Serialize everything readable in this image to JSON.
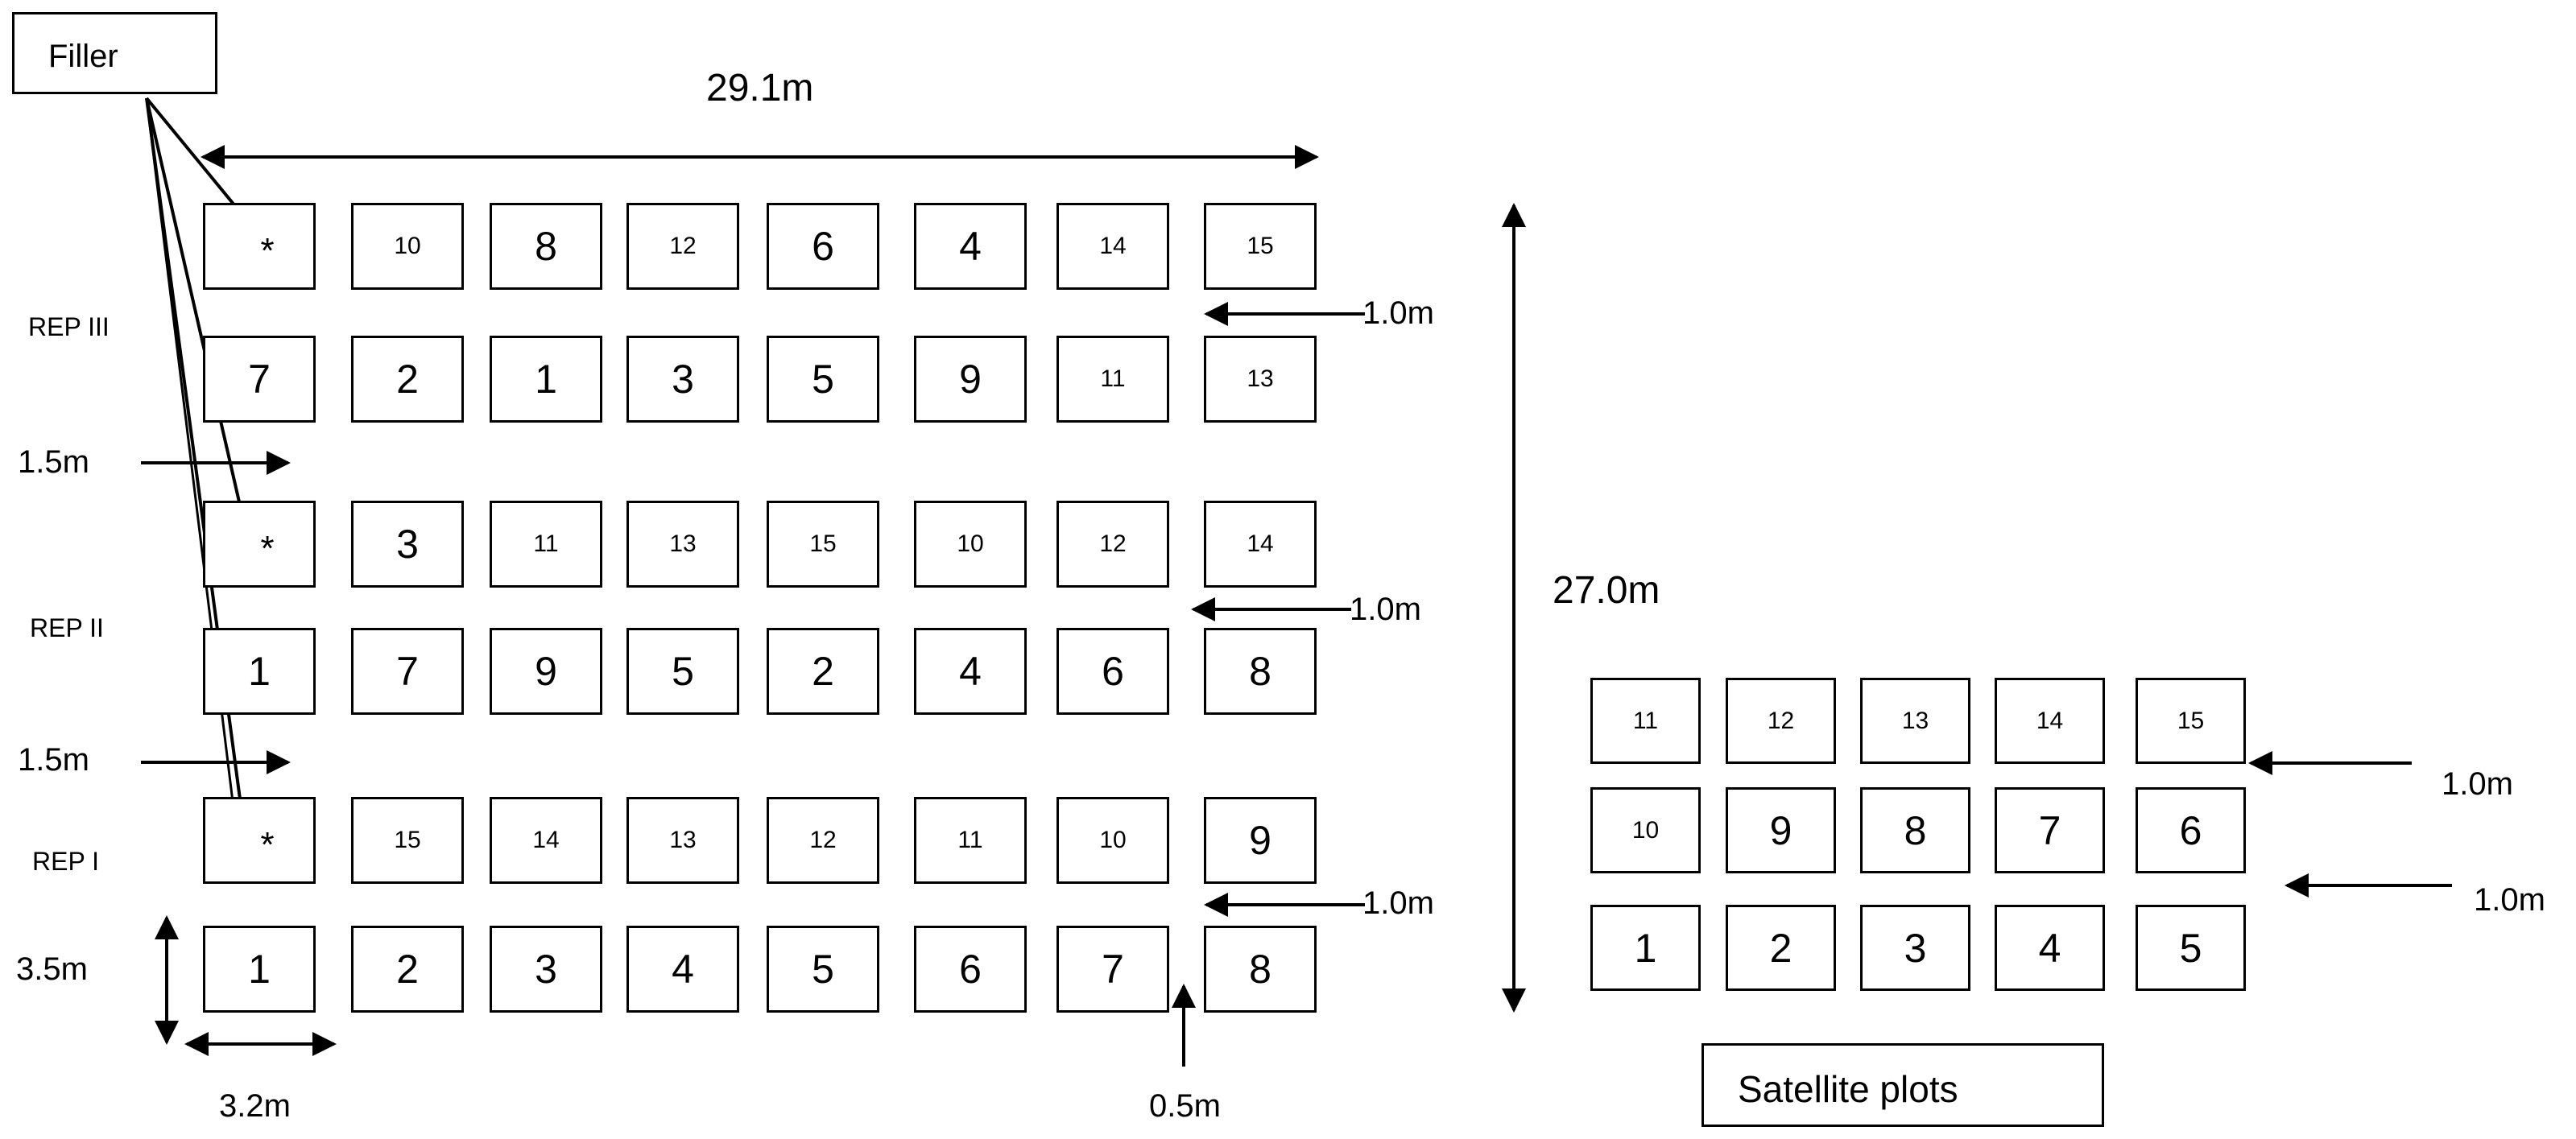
{
  "field": {
    "width_label": "29.1m",
    "height_label": "27.0m",
    "rep_labels": [
      "REP III",
      "REP II",
      "REP I"
    ],
    "gap_labels": {
      "alley_row": "1.0m",
      "between_reps": "1.5m",
      "between_cols": "0.5m"
    },
    "plot_size": {
      "height": "3.5m",
      "width": "3.2m"
    },
    "rows": [
      [
        "*",
        "10",
        "8",
        "12",
        "6",
        "4",
        "14",
        "15"
      ],
      [
        "7",
        "2",
        "1",
        "3",
        "5",
        "9",
        "11",
        "13"
      ],
      [
        "*",
        "3",
        "11",
        "13",
        "15",
        "10",
        "12",
        "14"
      ],
      [
        "1",
        "7",
        "9",
        "5",
        "2",
        "4",
        "6",
        "8"
      ],
      [
        "*",
        "15",
        "14",
        "13",
        "12",
        "11",
        "10",
        "9"
      ],
      [
        "1",
        "2",
        "3",
        "4",
        "5",
        "6",
        "7",
        "8"
      ]
    ]
  },
  "legend": {
    "filler": "Filler"
  },
  "satellite": {
    "title": "Satellite plots",
    "gap_label": "1.0m",
    "rows": [
      [
        "11",
        "12",
        "13",
        "14",
        "15"
      ],
      [
        "10",
        "9",
        "8",
        "7",
        "6"
      ],
      [
        "1",
        "2",
        "3",
        "4",
        "5"
      ]
    ]
  }
}
